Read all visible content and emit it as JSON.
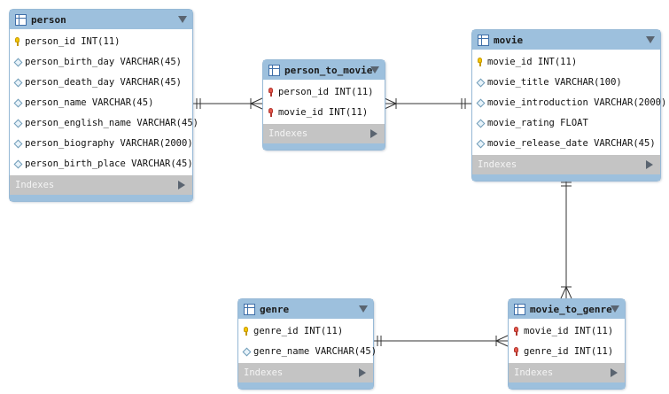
{
  "indexes_label": "Indexes",
  "colors": {
    "header": "#9dc0dd",
    "border": "#97b9d6",
    "indexes_bar": "#c4c4c4",
    "pk_icon": "#f3c600",
    "fk_icon": "#e2574c",
    "connector": "#333333"
  },
  "tables": {
    "person": {
      "name": "person",
      "columns": [
        {
          "icon": "pk",
          "text": "person_id INT(11)"
        },
        {
          "icon": "col",
          "text": "person_birth_day VARCHAR(45)"
        },
        {
          "icon": "col",
          "text": "person_death_day VARCHAR(45)"
        },
        {
          "icon": "col",
          "text": "person_name VARCHAR(45)"
        },
        {
          "icon": "col",
          "text": "person_english_name VARCHAR(45)"
        },
        {
          "icon": "col",
          "text": "person_biography VARCHAR(2000)"
        },
        {
          "icon": "col",
          "text": "person_birth_place VARCHAR(45)"
        }
      ]
    },
    "person_to_movie": {
      "name": "person_to_movie",
      "columns": [
        {
          "icon": "fk",
          "text": "person_id INT(11)"
        },
        {
          "icon": "fk",
          "text": "movie_id INT(11)"
        }
      ]
    },
    "movie": {
      "name": "movie",
      "columns": [
        {
          "icon": "pk",
          "text": "movie_id INT(11)"
        },
        {
          "icon": "col",
          "text": "movie_title VARCHAR(100)"
        },
        {
          "icon": "col",
          "text": "movie_introduction VARCHAR(2000)"
        },
        {
          "icon": "col",
          "text": "movie_rating FLOAT"
        },
        {
          "icon": "col",
          "text": "movie_release_date VARCHAR(45)"
        }
      ]
    },
    "genre": {
      "name": "genre",
      "columns": [
        {
          "icon": "pk",
          "text": "genre_id INT(11)"
        },
        {
          "icon": "col",
          "text": "genre_name VARCHAR(45)"
        }
      ]
    },
    "movie_to_genre": {
      "name": "movie_to_genre",
      "columns": [
        {
          "icon": "fk",
          "text": "movie_id INT(11)"
        },
        {
          "icon": "fk",
          "text": "genre_id INT(11)"
        }
      ]
    }
  }
}
